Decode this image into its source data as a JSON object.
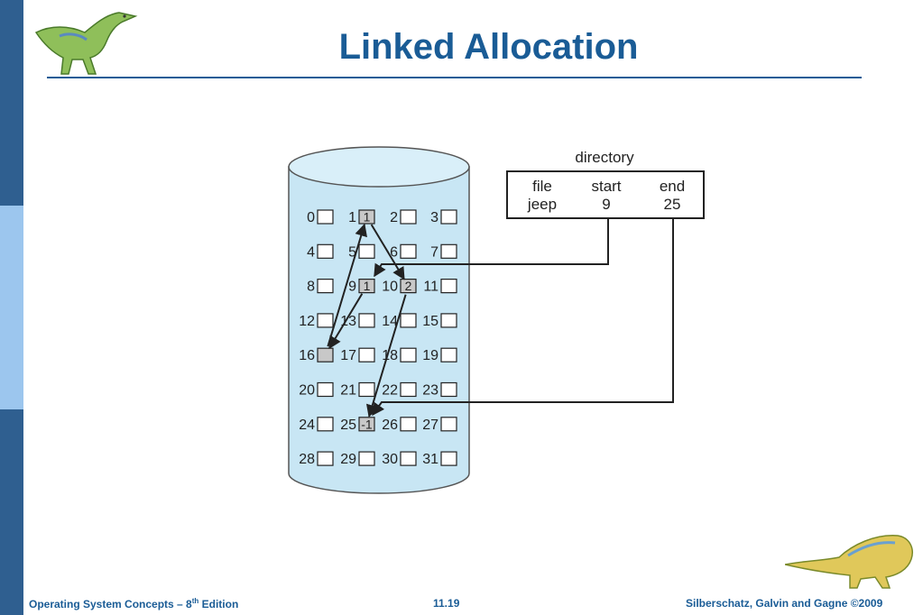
{
  "slide": {
    "title": "Linked Allocation",
    "footer_left_prefix": "Operating System Concepts  – 8",
    "footer_left_sup": "th",
    "footer_left_suffix": " Edition",
    "page_number": "11.19",
    "footer_right": "Silberschatz, Galvin and Gagne ©2009"
  },
  "directory": {
    "label": "directory",
    "headers": [
      "file",
      "start",
      "end"
    ],
    "row": [
      "jeep",
      "9",
      "25"
    ]
  },
  "disk": {
    "blocks": [
      {
        "n": "0",
        "v": ""
      },
      {
        "n": "1",
        "v": "1"
      },
      {
        "n": "2",
        "v": ""
      },
      {
        "n": "3",
        "v": ""
      },
      {
        "n": "4",
        "v": ""
      },
      {
        "n": "5",
        "v": ""
      },
      {
        "n": "6",
        "v": ""
      },
      {
        "n": "7",
        "v": ""
      },
      {
        "n": "8",
        "v": ""
      },
      {
        "n": "9",
        "v": "1"
      },
      {
        "n": "10",
        "v": "2"
      },
      {
        "n": "11",
        "v": ""
      },
      {
        "n": "12",
        "v": ""
      },
      {
        "n": "13",
        "v": ""
      },
      {
        "n": "14",
        "v": ""
      },
      {
        "n": "15",
        "v": ""
      },
      {
        "n": "16",
        "v": ""
      },
      {
        "n": "17",
        "v": ""
      },
      {
        "n": "18",
        "v": ""
      },
      {
        "n": "19",
        "v": ""
      },
      {
        "n": "20",
        "v": ""
      },
      {
        "n": "21",
        "v": ""
      },
      {
        "n": "22",
        "v": ""
      },
      {
        "n": "23",
        "v": ""
      },
      {
        "n": "24",
        "v": ""
      },
      {
        "n": "25",
        "v": "-1"
      },
      {
        "n": "26",
        "v": ""
      },
      {
        "n": "27",
        "v": ""
      },
      {
        "n": "28",
        "v": ""
      },
      {
        "n": "29",
        "v": ""
      },
      {
        "n": "30",
        "v": ""
      },
      {
        "n": "31",
        "v": ""
      }
    ],
    "used_blocks": [
      1,
      9,
      10,
      16,
      25
    ],
    "chain": [
      9,
      16,
      1,
      10,
      25
    ]
  },
  "colors": {
    "accent": "#1a5c96",
    "cylinder": "#c8e6f4",
    "used_block": "#c8c8c8"
  }
}
